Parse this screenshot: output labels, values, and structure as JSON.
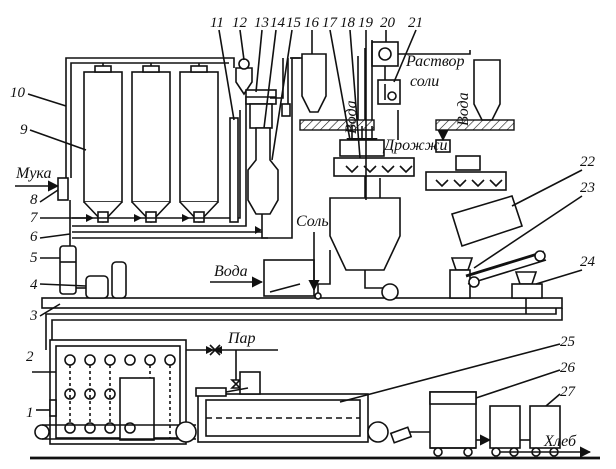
{
  "numbers": [
    "1",
    "2",
    "3",
    "4",
    "5",
    "6",
    "7",
    "8",
    "9",
    "10",
    "11",
    "12",
    "13",
    "14",
    "15",
    "16",
    "17",
    "18",
    "19",
    "20",
    "21",
    "22",
    "23",
    "24",
    "25",
    "26",
    "27"
  ],
  "labels": {
    "flour": "Мука",
    "salt": "Соль",
    "water_left": "Вода",
    "water_tank": "Вода",
    "water_right": "Вода",
    "salt_solution_1": "Раствор",
    "salt_solution_2": "соли",
    "yeast": "Дрожжи",
    "steam": "Пар",
    "bread": "Хлеб"
  }
}
